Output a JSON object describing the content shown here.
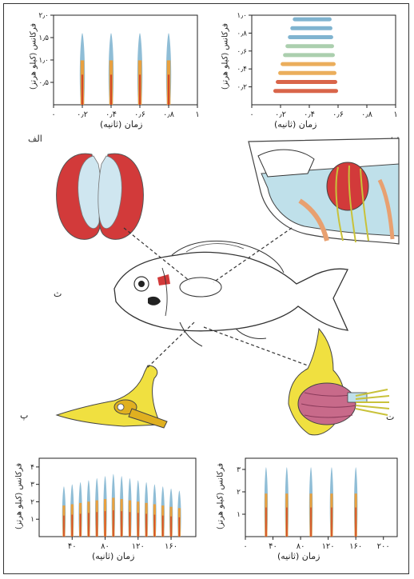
{
  "figure": {
    "panel_labels": {
      "alef": "الف",
      "be": "ب",
      "pe": "پ",
      "te": "ت",
      "se": "ث"
    }
  },
  "chart_data": [
    {
      "id": "top-left",
      "type": "spectrogram",
      "xlabel": "زمان (ثانیه)",
      "ylabel": "فرکانس (کیلو هرتز)",
      "xlim": [
        0,
        1
      ],
      "ylim": [
        0,
        2
      ],
      "xticks": [
        0,
        0.2,
        0.4,
        0.6,
        0.8,
        1
      ],
      "xtick_labels": [
        "۰",
        "۰٫۲",
        "۰٫۴",
        "۰٫۶",
        "۰٫۸",
        "۱"
      ],
      "yticks": [
        0.5,
        1.0,
        1.5,
        2.0
      ],
      "ytick_labels": [
        "۰٫۵",
        "۱٫۰",
        "۱٫۵",
        "۲٫۰"
      ],
      "pulses": [
        0.2,
        0.4,
        0.6,
        0.8
      ]
    },
    {
      "id": "top-right",
      "type": "spectrogram",
      "xlabel": "زمان (ثانیه)",
      "ylabel": "فرکانس (کیلو هرتز)",
      "xlim": [
        0,
        1
      ],
      "ylim": [
        0,
        1
      ],
      "xticks": [
        0,
        0.2,
        0.4,
        0.6,
        0.8,
        1
      ],
      "xtick_labels": [
        "۰",
        "۰٫۲",
        "۰٫۴",
        "۰٫۶",
        "۰٫۸",
        "۱"
      ],
      "yticks": [
        0.2,
        0.4,
        0.6,
        0.8,
        1.0
      ],
      "ytick_labels": [
        "۰٫۲",
        "۰٫۴",
        "۰٫۶",
        "۰٫۸",
        "۱٫۰"
      ],
      "band_x": [
        0.15,
        0.6
      ],
      "band_y": [
        0.15,
        0.95
      ]
    },
    {
      "id": "bottom-left",
      "type": "spectrogram",
      "xlabel": "زمان (ثانیه)",
      "ylabel": "فرکانس (کیلو هرتز)",
      "xlim": [
        0,
        190
      ],
      "ylim": [
        0,
        4.5
      ],
      "xticks": [
        40,
        80,
        120,
        160
      ],
      "xtick_labels": [
        "۴۰",
        "۸۰",
        "۱۲۰",
        "۱۶۰"
      ],
      "yticks": [
        1,
        2,
        3,
        4
      ],
      "ytick_labels": [
        "۱",
        "۲",
        "۳",
        "۴"
      ],
      "pulses": [
        30,
        40,
        50,
        60,
        70,
        80,
        90,
        100,
        110,
        120,
        130,
        140,
        150,
        160,
        170
      ]
    },
    {
      "id": "bottom-right",
      "type": "spectrogram",
      "xlabel": "زمان (ثانیه)",
      "ylabel": "فرکانس (کیلو هرتز)",
      "xlim": [
        0,
        220
      ],
      "ylim": [
        0,
        3.5
      ],
      "xticks": [
        0,
        40,
        80,
        120,
        160,
        200
      ],
      "xtick_labels": [
        "۰",
        "۴۰",
        "۸۰",
        "۱۲۰",
        "۱۶۰",
        "۲۰۰"
      ],
      "yticks": [
        1,
        2,
        3
      ],
      "ytick_labels": [
        "۱",
        "۲",
        "۳"
      ],
      "pulses": [
        30,
        60,
        95,
        125,
        160
      ]
    }
  ],
  "colors": {
    "organ_red": "#d23a3a",
    "organ_blue": "#cfe6f0",
    "bone_yellow": "#f0e040",
    "muscle_pink": "#c86a8a",
    "leader_line": "#333333"
  }
}
